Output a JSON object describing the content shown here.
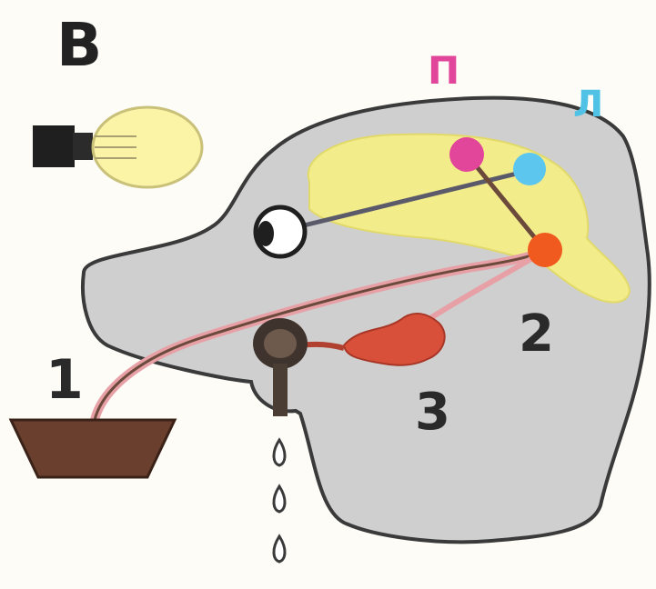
{
  "panel_letter": "В",
  "labels": {
    "cortex_left": "П",
    "cortex_right": "Л",
    "food_bowl": "1",
    "brain_center": "2",
    "salivary_gland": "3"
  },
  "colors": {
    "background": "#fdfcf7",
    "head": "#cfcfcf",
    "head_outline": "#3a3a3a",
    "brain": "#f3ec8a",
    "food_center": "#e2469a",
    "visual_center": "#5cc6ee",
    "salivation_center": "#f05a1f",
    "gland": "#d8503a",
    "nerve_dark": "#6b4a3c",
    "nerve_pink": "#e7a0a6",
    "bulb": "#fbf4a6",
    "bowl": "#6a3f2e",
    "letter_pink": "#e2469a",
    "letter_blue": "#4fc2e6"
  },
  "icons": {
    "lamp": "light-bulb-icon",
    "drops": "saliva-drop-icon"
  }
}
